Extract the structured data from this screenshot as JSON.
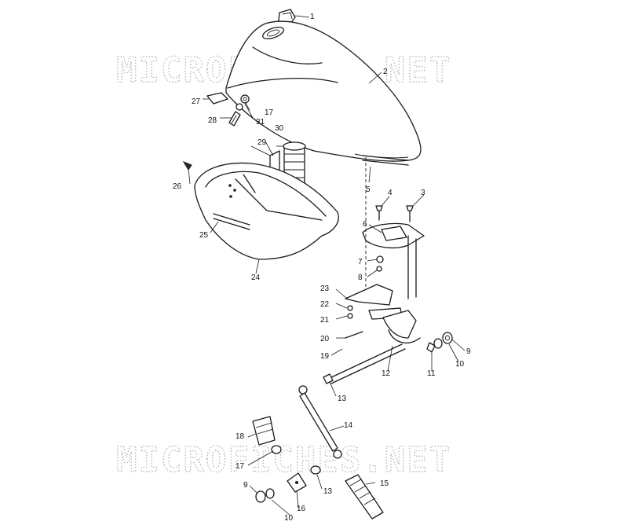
{
  "watermark": {
    "text": "MICROFICHES.NET"
  },
  "callouts": {
    "c1": "1",
    "c2": "2",
    "c3": "3",
    "c4": "4",
    "c5": "5",
    "c6": "6",
    "c7": "7",
    "c8": "8",
    "c9a": "9",
    "c9b": "9",
    "c10a": "10",
    "c10b": "10",
    "c11": "11",
    "c12": "12",
    "c13a": "13",
    "c13b": "13",
    "c14": "14",
    "c15": "15",
    "c16": "16",
    "c17a": "17",
    "c17b": "17",
    "c18": "18",
    "c19": "19",
    "c20": "20",
    "c21": "21",
    "c22": "22",
    "c23": "23",
    "c24": "24",
    "c25": "25",
    "c26": "26",
    "c27": "27",
    "c28": "28",
    "c29": "29",
    "c30": "30",
    "c31": "31"
  }
}
